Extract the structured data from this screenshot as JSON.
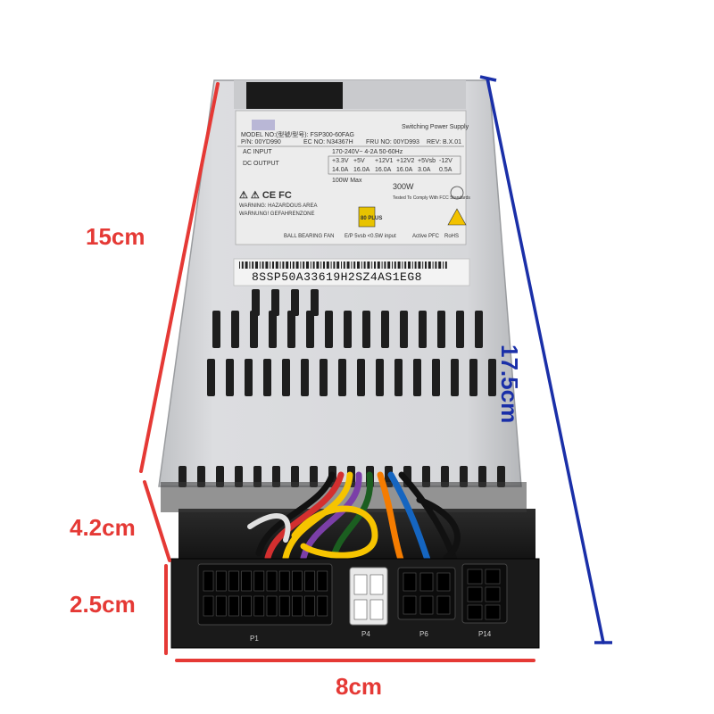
{
  "dimensions": {
    "length_label": "15cm",
    "total_length_label": "17.5cm",
    "cable_section_label": "4.2cm",
    "connector_section_label": "2.5cm",
    "width_label": "8cm"
  },
  "label": {
    "heading": "Switching Power Supply",
    "model_line": "MODEL NO:(型號/型号): FSP300-60FAG",
    "pn_line": "P/N: 00YD990",
    "ec_line": "EC NO: N34367H",
    "fru_line": "FRU NO: 00YD993",
    "rev_line": "REV: B.X.01",
    "ac_input_label": "AC INPUT",
    "ac_input_value": "170-240V~ 4-2A 50-60Hz",
    "dc_output_label": "DC OUTPUT",
    "rails": [
      "+3.3V",
      "+5V",
      "+12V1",
      "+12V2",
      "+5Vsb",
      "-12V"
    ],
    "currents": [
      "14.0A",
      "16.0A",
      "16.0A",
      "16.0A",
      "3.0A",
      "0.5A"
    ],
    "max_wattage": "100W Max",
    "wattage": "300W",
    "fcc_text": "Tested To Comply With FCC Standards",
    "warning_1": "WARNING: HAZARDOUS AREA",
    "warning_2": "WARNUNG! GEFAHRENZONE",
    "plus80": "80 PLUS",
    "fan_line": "BALL BEARING FAN",
    "standby_line": "E/P 5vsb <0.5W input",
    "pfc_line": "Active PFC",
    "rohs_line": "RoHS"
  },
  "serial_number": "8SSP50A33619H2SZ4AS1EG8",
  "connectors": {
    "p1": "P1",
    "p4": "P4",
    "p6": "P6",
    "p14": "P14"
  },
  "colors": {
    "measure_red": "#e53935",
    "measure_blue": "#1a2fa8",
    "case_silver": "#d7d8da"
  }
}
